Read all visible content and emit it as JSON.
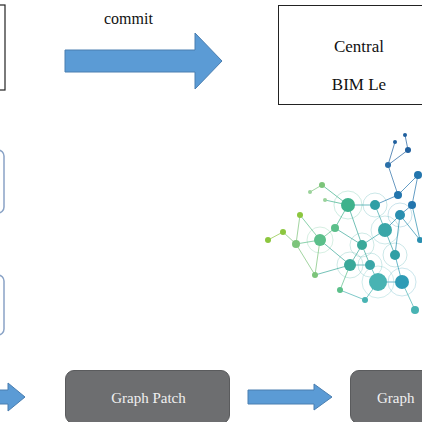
{
  "diagram": {
    "nodes": [
      {
        "text": [
          "Central BIM Le"
        ]
      },
      {
        "text": [
          "Graph Patch"
        ]
      },
      {
        "text": [
          "Graph"
        ]
      }
    ],
    "edges": [
      {
        "from": 1,
        "to": 2,
        "arrow": "to"
      }
    ],
    "labels": [
      "commit"
    ]
  }
}
